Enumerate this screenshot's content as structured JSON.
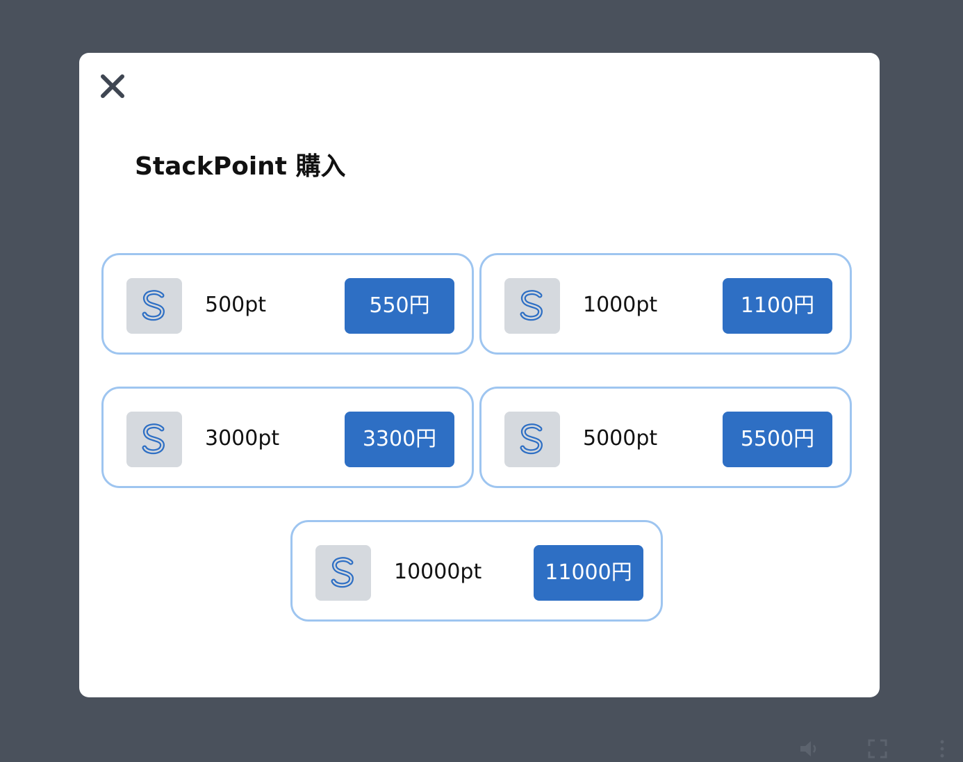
{
  "modal": {
    "title": "StackPoint 購入",
    "close_icon": "close-icon"
  },
  "packages": [
    {
      "points": "500pt",
      "price": "550円"
    },
    {
      "points": "1000pt",
      "price": "1100円"
    },
    {
      "points": "3000pt",
      "price": "3300円"
    },
    {
      "points": "5000pt",
      "price": "5500円"
    },
    {
      "points": "10000pt",
      "price": "11000円"
    }
  ],
  "colors": {
    "backdrop": "#4a515c",
    "card_border": "#9ec5f0",
    "button": "#2e6fc4",
    "coin_bg": "#d5d9de",
    "coin_stroke": "#2e6fc4"
  },
  "player_controls": {
    "volume_icon": "volume-icon",
    "fullscreen_icon": "fullscreen-icon",
    "more_icon": "more-vertical-icon"
  }
}
